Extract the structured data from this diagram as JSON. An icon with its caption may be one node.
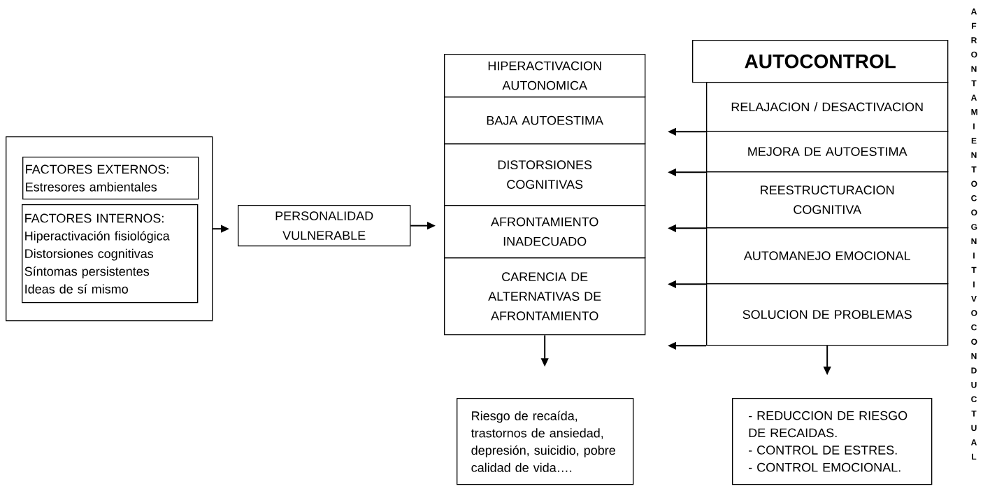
{
  "diagram": {
    "nodes": [
      {
        "text": [],
        "shape": "box"
      },
      {
        "text": [
          "FACTORES EXTERNOS:",
          "Estresores ambientales"
        ],
        "in": 0
      },
      {
        "text": [
          "FACTORES INTERNOS:",
          "Hiperactivación fisiológica",
          "Distorsiones cognitivas",
          "Síntomas persistentes",
          "Ideas de sí  mismo"
        ],
        "in": 0
      },
      {
        "text": [
          "PERSONALIDAD VULNERABLE"
        ]
      },
      {
        "text": [
          "HIPERACTIVACION AUTONOMICA"
        ]
      },
      {
        "text": [
          "BAJA AUTOESTIMA"
        ]
      },
      {
        "text": [
          "DISTORSIONES COGNITIVAS"
        ]
      },
      {
        "text": [
          "AFRONTAMIENTO INADECUADO"
        ]
      },
      {
        "text": [
          "CARENCIA DE ALTERNATIVAS DE AFRONTAMIENTO"
        ]
      },
      {
        "text": [
          "AUTOCONTROL"
        ]
      },
      {
        "text": [
          "RELAJACION / DESACTIVACION"
        ]
      },
      {
        "text": [
          "MEJORA DE AUTOESTIMA"
        ]
      },
      {
        "text": [
          "REESTRUCTURACION COGNITIVA"
        ]
      },
      {
        "text": [
          "AUTOMANEJO EMOCIONAL"
        ]
      },
      {
        "text": [
          "SOLUCION DE PROBLEMAS"
        ]
      },
      {
        "text": [
          "Riesgo de recaída, trastornos de ansiedad, depresión, suicidio, pobre calidad de vida…."
        ]
      },
      {
        "text": [
          "- REDUCCION DE RIESGO DE  RECAIDAS.",
          "- CONTROL DE ESTRES.",
          "- CONTROL EMOCIONAL."
        ]
      }
    ],
    "edges": [
      {
        "from": 0,
        "to": 3,
        "arrow": "to"
      },
      {
        "from": 3,
        "to": 7,
        "arrow": "to"
      },
      {
        "from": 10,
        "to": null,
        "arrow": "to"
      },
      {
        "from": 11,
        "to": null,
        "arrow": "to"
      },
      {
        "from": 12,
        "to": null,
        "arrow": "to"
      },
      {
        "from": 13,
        "to": null,
        "arrow": "to"
      },
      {
        "from": 14,
        "to": null,
        "arrow": "to"
      },
      {
        "from": 8,
        "to": null,
        "arrow": "to"
      },
      {
        "from": 14,
        "to": null,
        "arrow": "to"
      }
    ],
    "labels": [
      "AFRONTAMIENTO COGNITIVO CONDUCTUAL"
    ]
  }
}
